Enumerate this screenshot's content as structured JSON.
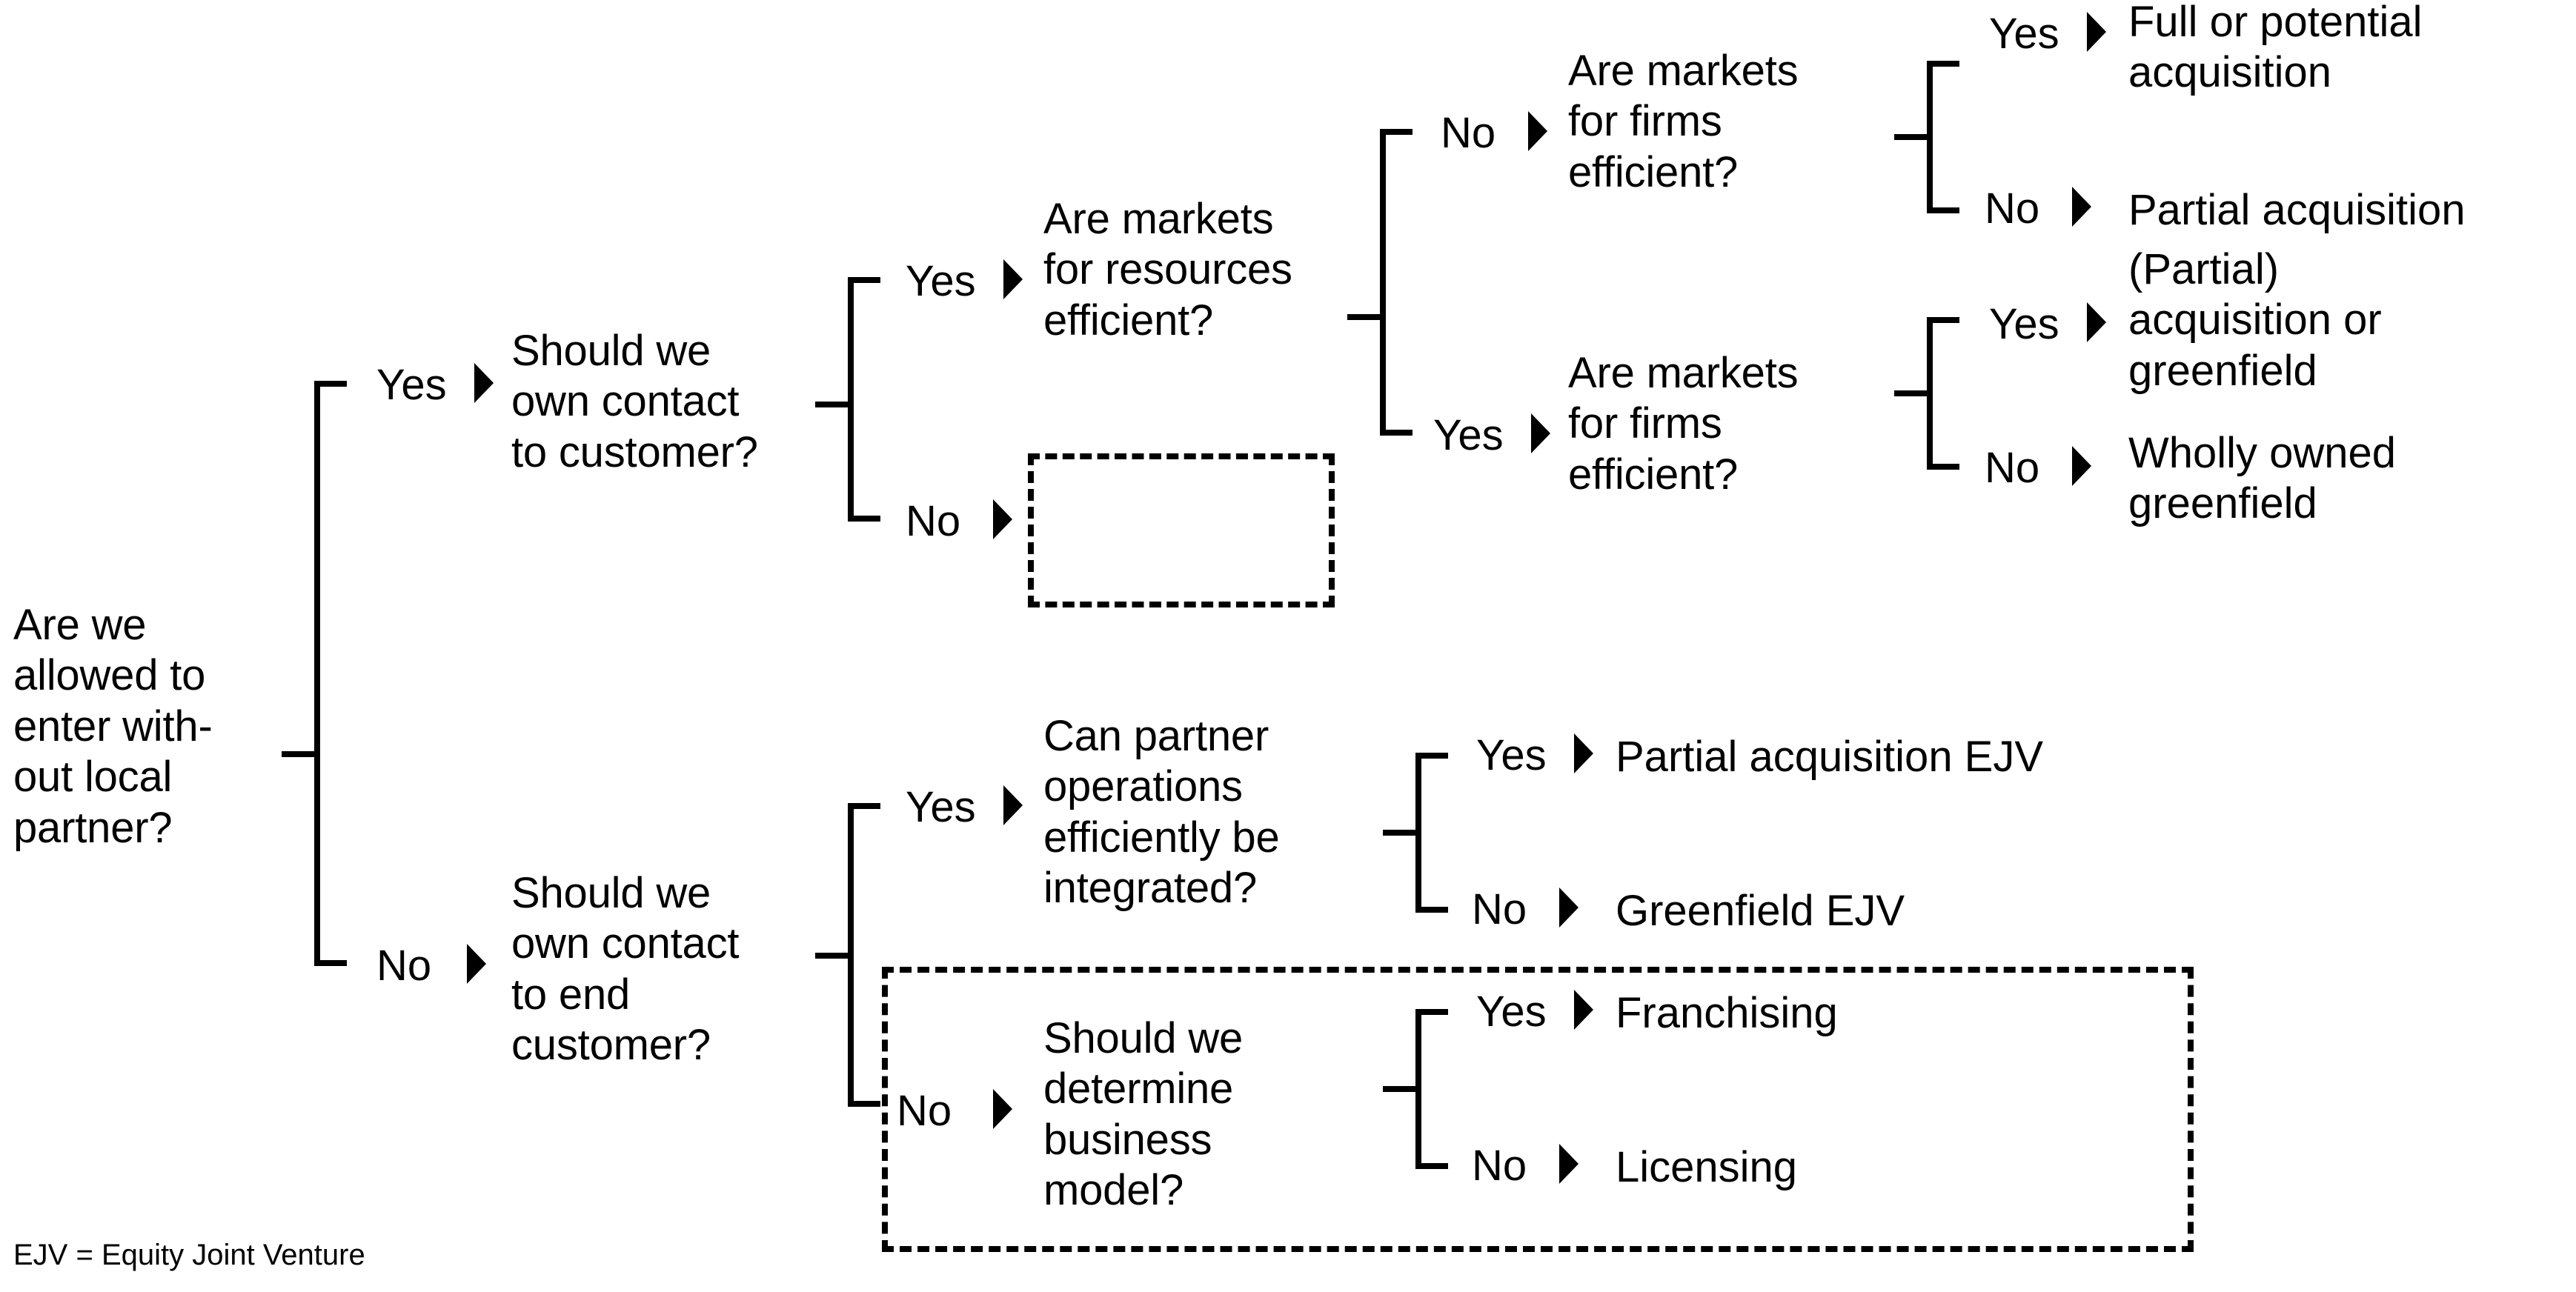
{
  "diagram": {
    "title_footnote": "EJV = Equity Joint Venture",
    "root": {
      "question": "Are we\nallowed to\nenter with-\nout local\npartner?"
    },
    "answers": {
      "yes": "Yes",
      "no": "No"
    },
    "nodes": {
      "own_contact_customer": "Should we\nown contact\nto customer?",
      "markets_resources": "Are markets\nfor resources\nefficient?",
      "markets_firms_a": "Are markets\nfor firms\nefficient?",
      "markets_firms_b": "Are markets\nfor firms\nefficient?",
      "own_contact_end_customer": "Should we\nown contact\nto end\ncustomer?",
      "partner_integration": "Can partner\noperations\nefficiently be\nintegrated?",
      "business_model": "Should we\ndetermine\nbusiness\nmodel?"
    },
    "outcomes": {
      "full_or_potential_acquisition": "Full or potential\nacquisition",
      "partial_acquisition": "Partial acquisition",
      "partial_acquisition_or_greenfield": "(Partial)\nacquisition or\ngreenfield",
      "wholly_owned_greenfield": "Wholly owned\ngreenfield",
      "partial_acquisition_ejv": "Partial acquisition EJV",
      "greenfield_ejv": "Greenfield EJV",
      "franchising": "Franchising",
      "licensing": "Licensing"
    },
    "empty_box_label": "",
    "colors": {
      "line": "#000000",
      "text": "#000000",
      "background": "#ffffff"
    }
  }
}
